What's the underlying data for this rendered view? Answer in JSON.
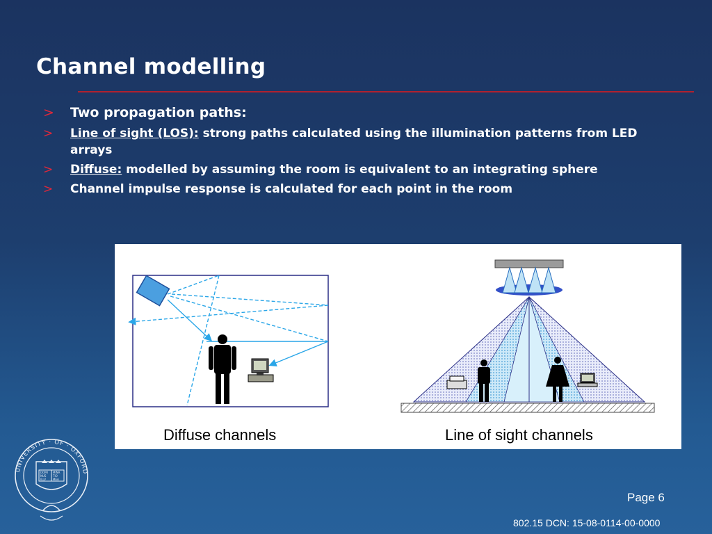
{
  "slide": {
    "title": "Channel modelling",
    "bullets": [
      {
        "marker": ">",
        "text": "Two propagation paths:"
      },
      {
        "marker": ">",
        "label": "Line of sight (LOS):",
        "text": " strong paths calculated using the illumination patterns from LED arrays"
      },
      {
        "marker": ">",
        "label": "Diffuse:",
        "text": " modelled by assuming the room is equivalent to an integrating sphere"
      },
      {
        "marker": ">",
        "text": "Channel impulse response is calculated for each point in the room"
      }
    ]
  },
  "figure": {
    "diffuse_caption": "Diffuse channels",
    "los_caption": "Line of sight channels"
  },
  "logo": {
    "ring_text": "UNIVERSITY · OF · OXFORD",
    "book_text": [
      "DOMI",
      "NUS",
      "ILLV",
      "MINA",
      "TIO",
      "MEA"
    ]
  },
  "footer": {
    "page": "Page 6",
    "dcn": "802.15 DCN: 15-08-0114-00-0000"
  },
  "colors": {
    "accent_red": "#b0212e",
    "marker_red": "#e0283a",
    "ray_blue": "#2aa6e8",
    "room_border": "#2b2f86"
  }
}
